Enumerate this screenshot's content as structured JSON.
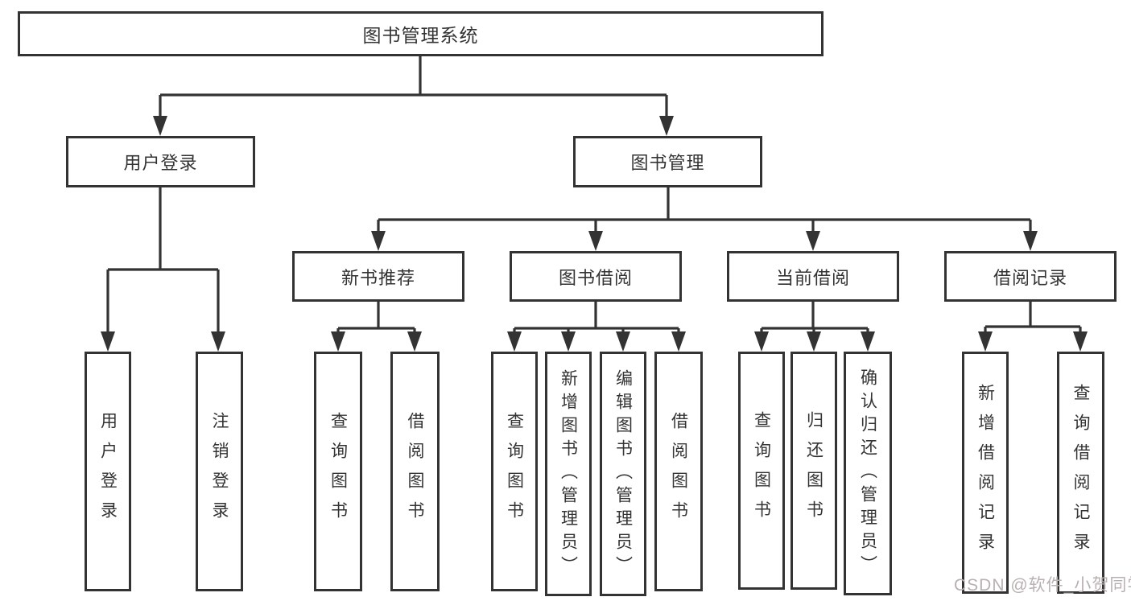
{
  "diagram": {
    "root": {
      "label": "图书管理系统"
    },
    "level2": {
      "user_login": {
        "label": "用户登录",
        "children": [
          "用户登录",
          "注销登录"
        ]
      },
      "book_management": {
        "label": "图书管理"
      }
    },
    "level3": {
      "new_books": {
        "label": "新书推荐",
        "children": [
          "查询图书",
          "借阅图书"
        ]
      },
      "book_borrowing": {
        "label": "图书借阅",
        "children": [
          "查询图书",
          "新增图书（管理员）",
          "编辑图书（管理员）",
          "借阅图书"
        ]
      },
      "current_borrowing": {
        "label": "当前借阅",
        "children": [
          "查询图书",
          "归还图书",
          "确认归还（管理员）"
        ]
      },
      "borrowing_records": {
        "label": "借阅记录",
        "children": [
          "新增借阅记录",
          "查询借阅记录"
        ]
      }
    },
    "watermark": "CSDN @软件_小贺同学",
    "colors": {
      "line": "#333333",
      "text": "#333333",
      "background": "#ffffff",
      "watermark": "#b9b0b0"
    }
  }
}
